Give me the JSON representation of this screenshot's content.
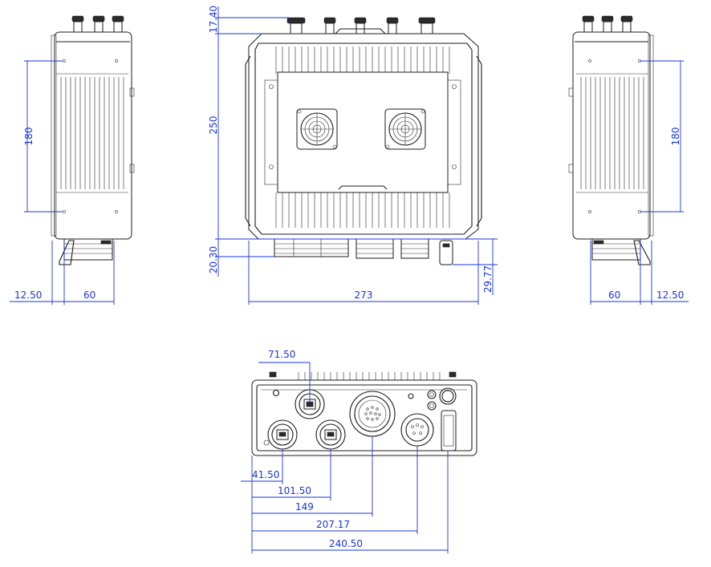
{
  "colors": {
    "dimension": "#1a36d6",
    "outline": "#1c1c1c",
    "background": "#ffffff"
  },
  "dimensions": {
    "left_view": {
      "height": "180",
      "offset": "12.50",
      "width": "60"
    },
    "front_view": {
      "top_connector": "17.40",
      "height": "250",
      "bottom_connector": "20.30",
      "side_connector": "29.77",
      "width": "273"
    },
    "right_view": {
      "height": "180",
      "width": "60",
      "offset": "12.50"
    },
    "bottom_view": {
      "d1": "71.50",
      "d2": "41.50",
      "d3": "101.50",
      "d4": "149",
      "d5": "207.17",
      "d6": "240.50"
    }
  }
}
